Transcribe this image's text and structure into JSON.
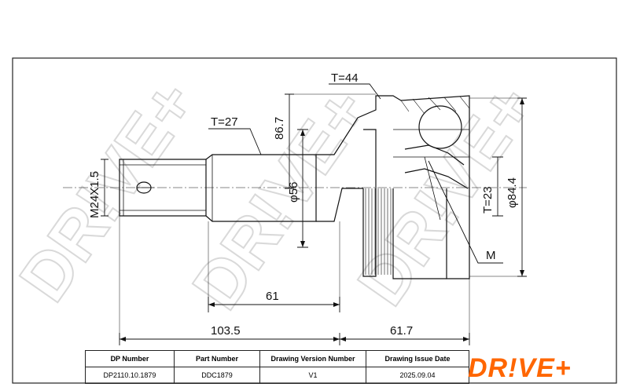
{
  "brand": "DR!VE+",
  "watermark": "DR!VE+",
  "dimensions": {
    "t44": "T=44",
    "t27": "T=27",
    "d867": "86.7",
    "m24": "M24X1.5",
    "phi56": "φ56",
    "t23": "T=23",
    "phi844": "φ84.4",
    "m": "M",
    "d61": "61",
    "d1035": "103.5",
    "d617": "61.7"
  },
  "title_block": {
    "headers": [
      "DP Number",
      "Part Number",
      "Drawing Version Number",
      "Drawing Issue Date"
    ],
    "values": [
      "DP2110.10.1879",
      "DDC1879",
      "V1",
      "2025.09.04"
    ]
  }
}
